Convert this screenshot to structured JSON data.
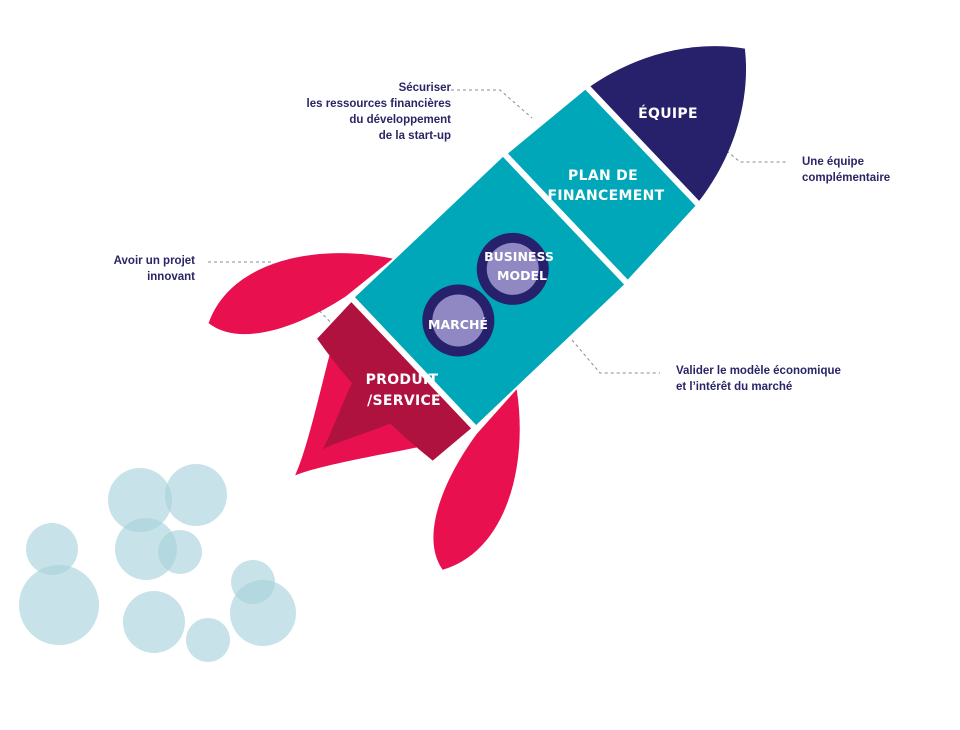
{
  "colors": {
    "navy": "#27206b",
    "teal": "#00a7b8",
    "crimson_dark": "#b0123f",
    "crimson": "#e8104f",
    "smoke": "#a9d3dc",
    "text": "#2a2566"
  },
  "segments": {
    "equipe": "ÉQUIPE",
    "plan_line1": "PLAN DE",
    "plan_line2": "FINANCEMENT",
    "produit_line1": "PRODUIT",
    "produit_line2": "/SERVICE"
  },
  "portholes": {
    "business_line1": "BUSINESS",
    "business_line2": "MODEL",
    "marche": "MARCHÉ"
  },
  "annotations": {
    "securiser": [
      "Sécuriser",
      "les ressources financières",
      "du développement",
      "de la start-up"
    ],
    "equipe": [
      "Une équipe",
      "complémentaire"
    ],
    "projet": [
      "Avoir un projet",
      "innovant"
    ],
    "valider": [
      "Valider le modèle économique",
      "et l’intérêt du marché"
    ]
  }
}
